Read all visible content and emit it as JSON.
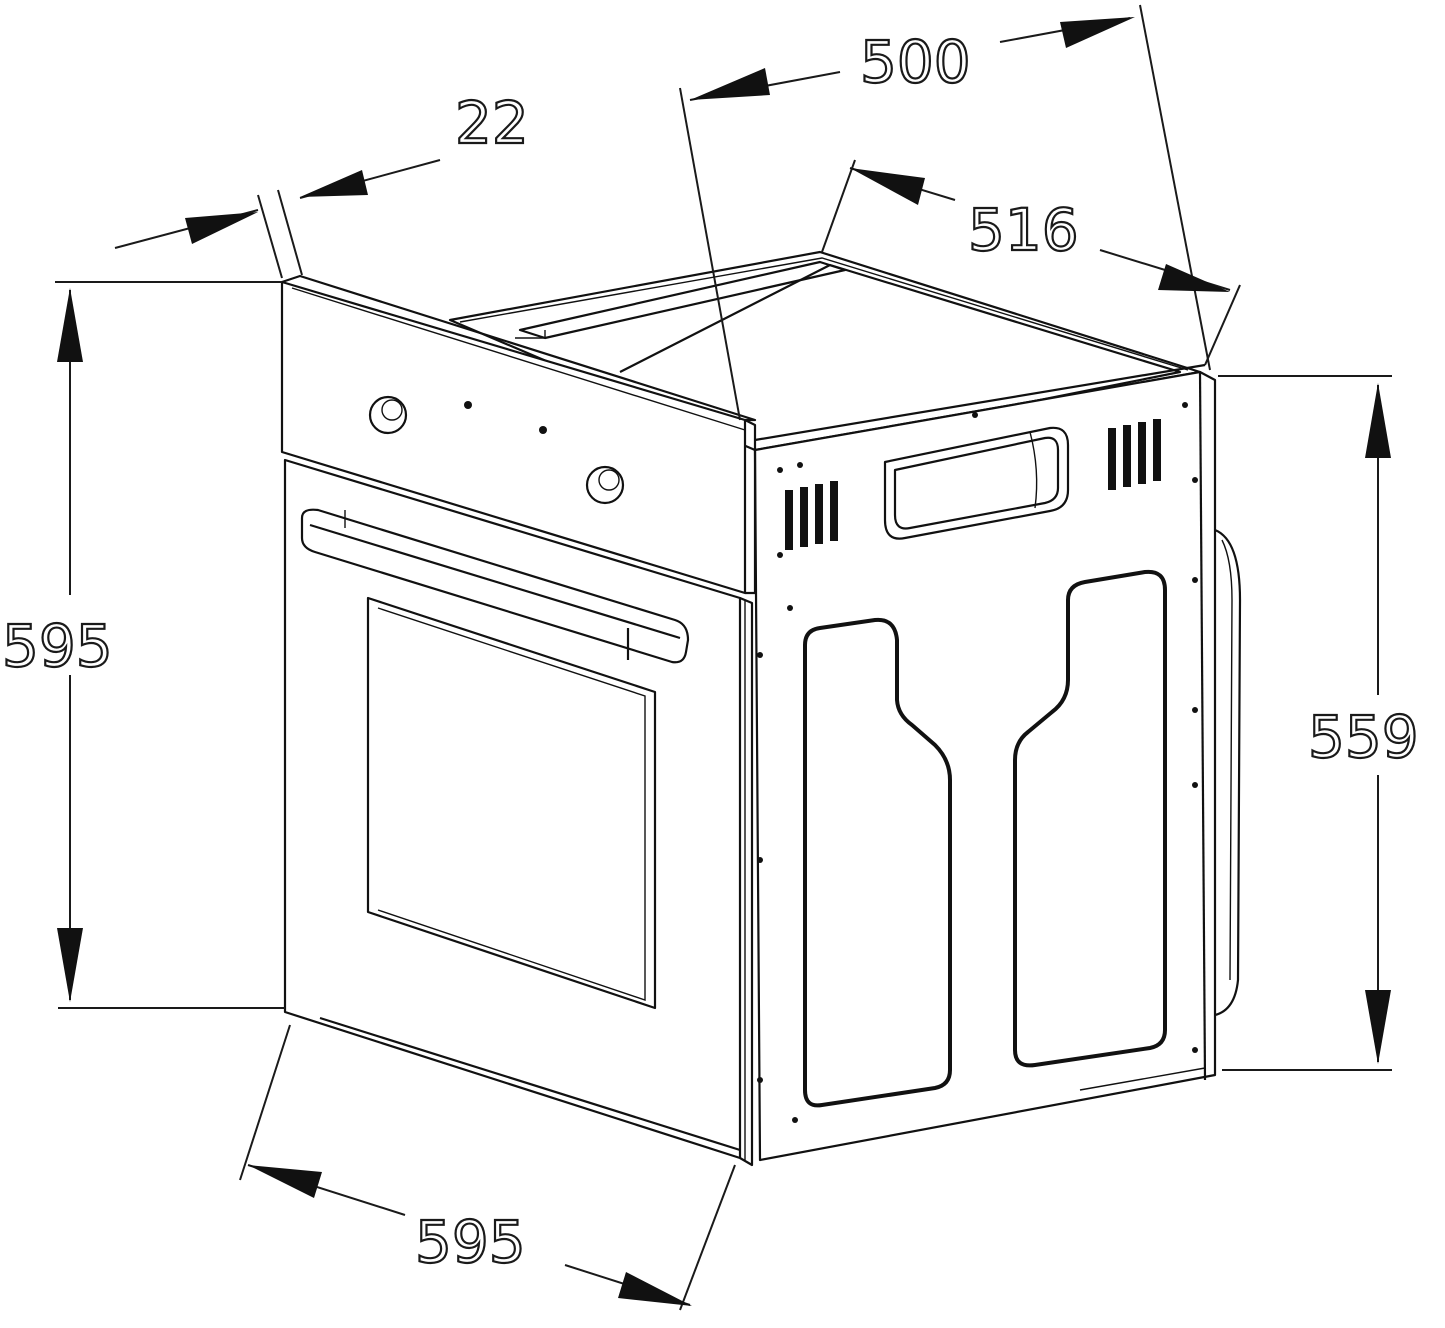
{
  "diagram": {
    "subject": "built-in-oven",
    "dimensions": {
      "depth_overall": {
        "label": "500"
      },
      "panel_thickness": {
        "label": "22"
      },
      "depth_body": {
        "label": "516"
      },
      "height_front": {
        "label": "595"
      },
      "height_body": {
        "label": "559"
      },
      "width_front": {
        "label": "595"
      }
    },
    "colors": {
      "line": "#111111",
      "background": "#ffffff"
    }
  }
}
